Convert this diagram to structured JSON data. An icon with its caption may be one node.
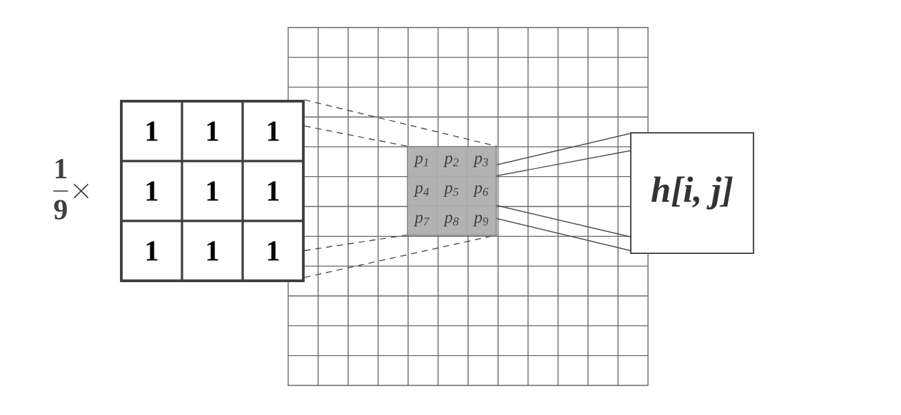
{
  "diagram": {
    "nodes": [
      {
        "text": [],
        "shape": "box"
      },
      {
        "text": [
          "1"
        ],
        "in": 0
      },
      {
        "text": [
          "1"
        ],
        "in": 0
      },
      {
        "text": [
          "1"
        ],
        "in": 0
      },
      {
        "text": [
          "1"
        ],
        "in": 0
      },
      {
        "text": [
          "1"
        ],
        "in": 0
      },
      {
        "text": [
          "1"
        ],
        "in": 0
      },
      {
        "text": [
          "1"
        ],
        "in": 0
      },
      {
        "text": [
          "1"
        ],
        "in": 0
      },
      {
        "text": [
          "1"
        ],
        "in": 0
      },
      {
        "text": [],
        "shape": "box"
      },
      {
        "text": [],
        "shape": "box",
        "in": 10
      },
      {
        "text": [
          "p$_{1}$"
        ],
        "in": 11
      },
      {
        "text": [
          "p$_{2}$"
        ],
        "in": 11
      },
      {
        "text": [
          "p$_{3}$"
        ],
        "in": 11
      },
      {
        "text": [
          "p$_{4}$"
        ],
        "in": 11
      },
      {
        "text": [
          "p$_{5}$"
        ],
        "in": 11
      },
      {
        "text": [
          "p$_{6}$"
        ],
        "in": 11
      },
      {
        "text": [
          "p$_{7}$"
        ],
        "in": 11
      },
      {
        "text": [
          "p$_{8}$"
        ],
        "in": 11
      },
      {
        "text": [
          "p$_{9}$"
        ],
        "in": 11
      },
      {
        "text": [
          "h[i, j]"
        ]
      }
    ],
    "edges": [
      {
        "from": 0,
        "to": 11,
        "arrow": "none",
        "style": "dashed"
      },
      {
        "from": 0,
        "to": 11,
        "arrow": "none",
        "style": "dashed"
      },
      {
        "from": 0,
        "to": 11,
        "arrow": "none",
        "style": "dashed"
      },
      {
        "from": 0,
        "to": 11,
        "arrow": "none",
        "style": "dashed"
      },
      {
        "from": 11,
        "to": 21,
        "arrow": "none"
      },
      {
        "from": 11,
        "to": 21,
        "arrow": "none"
      },
      {
        "from": 11,
        "to": 21,
        "arrow": "none"
      },
      {
        "from": 11,
        "to": 21,
        "arrow": "none"
      }
    ],
    "labels": [
      "\\frac{\\mathbf{1}}{\\mathbf{9}}\\times"
    ]
  }
}
